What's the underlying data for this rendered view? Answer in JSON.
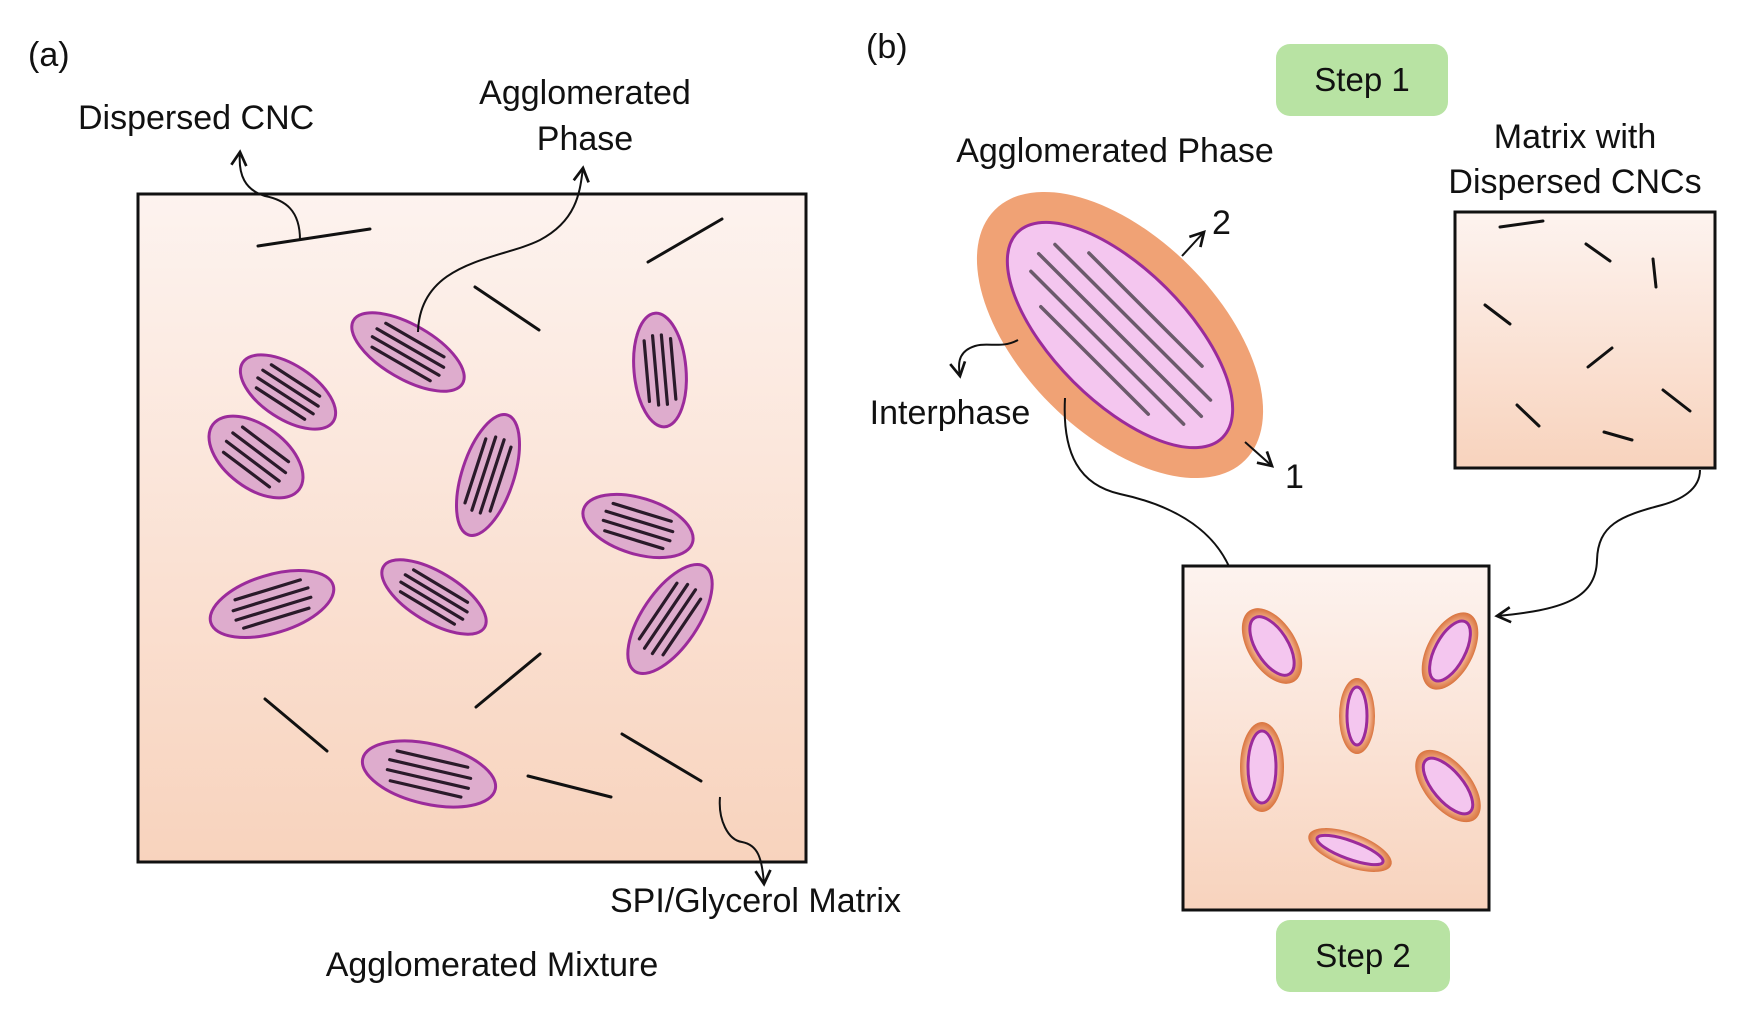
{
  "panel_a": {
    "letter": "(a)",
    "label_dispersed_cnc": "Dispersed CNC",
    "label_agglomerated_phase_line1": "Agglomerated",
    "label_agglomerated_phase_line2": "Phase",
    "label_matrix": "SPI/Glycerol Matrix",
    "caption": "Agglomerated Mixture"
  },
  "panel_b": {
    "letter": "(b)",
    "step1": "Step 1",
    "step2": "Step 2",
    "label_agglomerated_phase": "Agglomerated Phase",
    "label_interphase": "Interphase",
    "label_num_1": "1",
    "label_num_2": "2",
    "label_matrix_line1": "Matrix with",
    "label_matrix_line2": "Dispersed CNCs"
  },
  "colors": {
    "matrix_top": "#fdf3ef",
    "matrix_bottom": "#f8d3bd",
    "agglomerate_fill": "#deaccd",
    "agglomerate_stroke": "#9b2b9b",
    "interphase": "#f0a275",
    "inner_phase": "#f4c6ef",
    "cnc_line": "#111111",
    "step_badge": "#b8e3a3"
  }
}
